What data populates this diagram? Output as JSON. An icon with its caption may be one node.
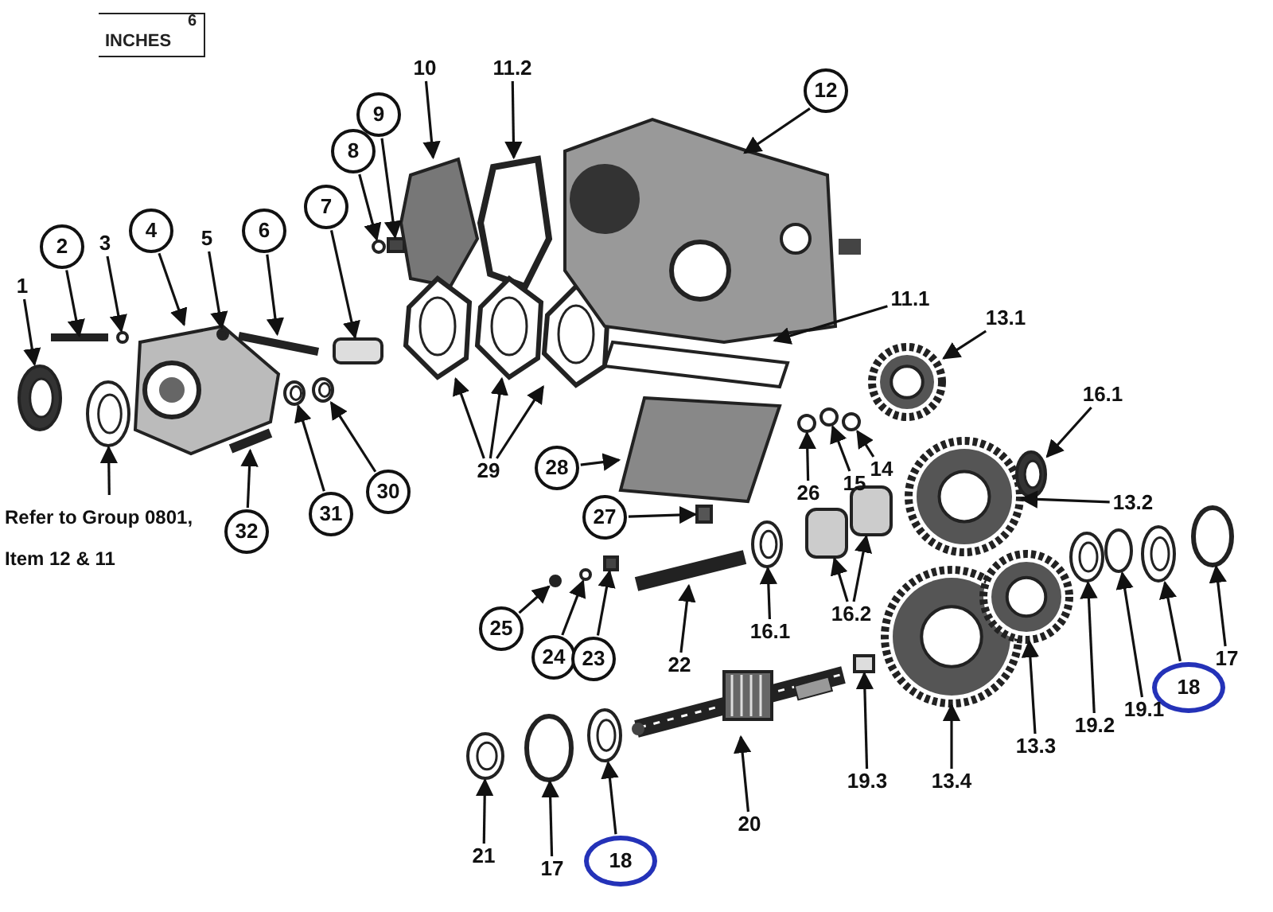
{
  "diagram": {
    "nodes": [
      {
        "text": [
          "10"
        ]
      },
      {
        "text": [
          "11.2"
        ]
      },
      {
        "text": [
          "12"
        ]
      },
      {
        "text": [
          "9"
        ]
      },
      {
        "text": [
          "8"
        ]
      },
      {
        "text": [
          "7"
        ]
      },
      {
        "text": [
          "4"
        ]
      },
      {
        "text": [
          "5"
        ]
      },
      {
        "text": [
          "6"
        ]
      },
      {
        "text": [
          "2"
        ]
      },
      {
        "text": [
          "3"
        ]
      },
      {
        "text": [
          "1"
        ]
      },
      {
        "text": [
          "11.1"
        ]
      },
      {
        "text": [
          "13.1"
        ]
      },
      {
        "text": [
          "16.1"
        ]
      },
      {
        "text": [
          "29"
        ]
      },
      {
        "text": [
          "28"
        ]
      },
      {
        "text": [
          "30"
        ]
      },
      {
        "text": [
          "31"
        ]
      },
      {
        "text": [
          "32"
        ]
      },
      {
        "text": [
          "Refer to Group 0801, Item 12 & 11"
        ]
      },
      {
        "text": [
          "27"
        ]
      },
      {
        "text": [
          "26"
        ]
      },
      {
        "text": [
          "15"
        ]
      },
      {
        "text": [
          "14"
        ]
      },
      {
        "text": [
          "13.2"
        ]
      },
      {
        "text": [
          "25"
        ]
      },
      {
        "text": [
          "24"
        ]
      },
      {
        "text": [
          "23"
        ]
      },
      {
        "text": [
          "16.1"
        ]
      },
      {
        "text": [
          "16.2"
        ]
      },
      {
        "text": [
          "22"
        ]
      },
      {
        "text": [
          "18"
        ]
      },
      {
        "text": [
          "17"
        ]
      },
      {
        "text": [
          "19.1"
        ]
      },
      {
        "text": [
          "19.2"
        ]
      },
      {
        "text": [
          "13.3"
        ]
      },
      {
        "text": [
          "19.3"
        ]
      },
      {
        "text": [
          "13.4"
        ]
      },
      {
        "text": [
          "20"
        ]
      },
      {
        "text": [
          "21"
        ]
      },
      {
        "text": [
          "17"
        ]
      },
      {
        "text": [
          "18"
        ]
      },
      {
        "text": [],
        "shape": "picture"
      },
      {
        "text": [],
        "shape": "bar"
      },
      {
        "text": [],
        "shape": "picture"
      },
      {
        "text": [],
        "shape": "circle"
      },
      {
        "text": [],
        "shape": "picture"
      },
      {
        "text": [],
        "shape": "circle",
        "in": 47
      },
      {
        "text": [],
        "shape": "bar"
      },
      {
        "text": [],
        "shape": "bar"
      },
      {
        "text": [],
        "shape": "picture"
      },
      {
        "text": [],
        "shape": "picture"
      },
      {
        "text": [],
        "shape": "box"
      },
      {
        "text": [],
        "shape": "circle"
      },
      {
        "text": [],
        "shape": "box"
      },
      {
        "text": [],
        "shape": "picture"
      },
      {
        "text": [],
        "shape": "hexagon"
      },
      {
        "text": [],
        "shape": "picture"
      },
      {
        "text": [],
        "shape": "picture"
      },
      {
        "text": [],
        "shape": "picture"
      },
      {
        "text": [],
        "shape": "picture"
      },
      {
        "text": [],
        "shape": "ellipse"
      },
      {
        "text": [],
        "shape": "circle"
      },
      {
        "text": [],
        "shape": "circle"
      },
      {
        "text": [],
        "shape": "picture"
      },
      {
        "text": [],
        "shape": "box"
      },
      {
        "text": [],
        "shape": "bar"
      },
      {
        "text": [],
        "shape": "picture"
      },
      {
        "text": [],
        "shape": "box"
      },
      {
        "text": [],
        "shape": "picture"
      },
      {
        "text": [],
        "shape": "box"
      },
      {
        "text": [],
        "shape": "picture"
      },
      {
        "text": [],
        "shape": "picture"
      },
      {
        "text": [],
        "shape": "circle"
      },
      {
        "text": [],
        "shape": "box"
      },
      {
        "text": [],
        "shape": "circle"
      },
      {
        "text": [],
        "shape": "circle"
      },
      {
        "text": [],
        "shape": "box"
      },
      {
        "text": [],
        "shape": "box"
      },
      {
        "text": [],
        "shape": "picture"
      },
      {
        "text": [],
        "shape": "picture"
      },
      {
        "text": [],
        "shape": "picture"
      },
      {
        "text": [],
        "shape": "picture"
      },
      {
        "text": [],
        "shape": "picture"
      },
      {
        "text": [],
        "shape": "picture"
      },
      {
        "text": [],
        "shape": "ellipse"
      },
      {
        "text": [],
        "shape": "picture"
      },
      {
        "text": [],
        "shape": "ellipse"
      }
    ],
    "edges": [
      {
        "from": 0,
        "to": 56,
        "arrow": "to"
      },
      {
        "from": 1,
        "to": 57,
        "arrow": "to"
      },
      {
        "from": 2,
        "to": 68,
        "arrow": "to"
      },
      {
        "from": 3,
        "to": 55,
        "arrow": "to"
      },
      {
        "from": 4,
        "to": 54,
        "arrow": "to"
      },
      {
        "from": 5,
        "to": 53,
        "arrow": "to"
      },
      {
        "from": 6,
        "to": 47,
        "arrow": "to"
      },
      {
        "from": 7,
        "to": 48,
        "arrow": "to"
      },
      {
        "from": 8,
        "to": 50,
        "arrow": "to"
      },
      {
        "from": 9,
        "to": 44,
        "arrow": "to"
      },
      {
        "from": 10,
        "to": 46,
        "arrow": "to"
      },
      {
        "from": 11,
        "to": 43,
        "arrow": "to"
      },
      {
        "from": 12,
        "to": 69,
        "arrow": "to"
      },
      {
        "from": 13,
        "to": 80,
        "arrow": "to"
      },
      {
        "from": 14,
        "to": 84,
        "arrow": "to"
      },
      {
        "from": 15,
        "to": 58,
        "arrow": "to"
      },
      {
        "from": 15,
        "to": 59,
        "arrow": "to"
      },
      {
        "from": 15,
        "to": 60,
        "arrow": "to"
      },
      {
        "from": 16,
        "to": 70,
        "arrow": "to"
      },
      {
        "from": 17,
        "to": 52,
        "arrow": "to"
      },
      {
        "from": 18,
        "to": 51,
        "arrow": "to"
      },
      {
        "from": 19,
        "to": 49,
        "arrow": "to"
      },
      {
        "from": 20,
        "to": 45,
        "arrow": "to"
      },
      {
        "from": 21,
        "to": 71,
        "arrow": "to"
      },
      {
        "from": 22,
        "to": 74,
        "arrow": "to"
      },
      {
        "from": 23,
        "to": 76,
        "arrow": "to"
      },
      {
        "from": 24,
        "to": 77,
        "arrow": "to"
      },
      {
        "from": 25,
        "to": 82,
        "arrow": "to"
      },
      {
        "from": 26,
        "to": 63,
        "arrow": "to"
      },
      {
        "from": 27,
        "to": 64,
        "arrow": "to"
      },
      {
        "from": 28,
        "to": 66,
        "arrow": "to"
      },
      {
        "from": 29,
        "to": 73,
        "arrow": "to"
      },
      {
        "from": 30,
        "to": 75,
        "arrow": "to"
      },
      {
        "from": 30,
        "to": 79,
        "arrow": "to"
      },
      {
        "from": 31,
        "to": 67,
        "arrow": "to"
      },
      {
        "from": 32,
        "to": 87,
        "arrow": "to"
      },
      {
        "from": 33,
        "to": 88,
        "arrow": "to"
      },
      {
        "from": 34,
        "to": 86,
        "arrow": "to"
      },
      {
        "from": 35,
        "to": 85,
        "arrow": "to"
      },
      {
        "from": 36,
        "to": 83,
        "arrow": "to"
      },
      {
        "from": 37,
        "to": 78,
        "arrow": "to"
      },
      {
        "from": 38,
        "to": 81,
        "arrow": "to"
      },
      {
        "from": 39,
        "to": 72,
        "arrow": "to"
      },
      {
        "from": 40,
        "to": 61,
        "arrow": "to"
      },
      {
        "from": 41,
        "to": 62,
        "arrow": "to"
      },
      {
        "from": 42,
        "to": 65,
        "arrow": "to"
      }
    ],
    "labels": [
      "INCHES",
      "6"
    ]
  }
}
